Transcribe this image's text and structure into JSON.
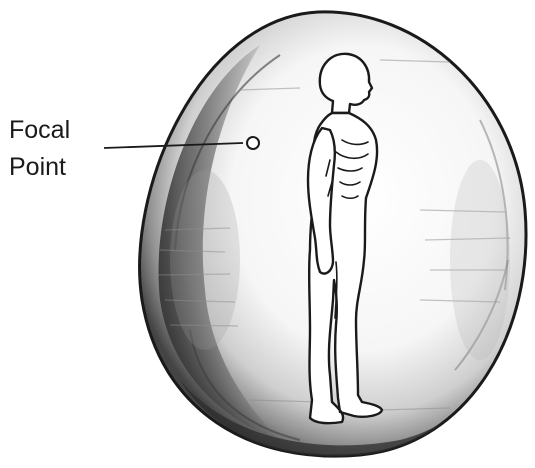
{
  "diagram": {
    "callout": {
      "line1": "Focal",
      "line2": "Point"
    },
    "colors": {
      "ink": "#1a1a1a",
      "shade_dark": "#3a3a3a",
      "shade_mid": "#8a8a8a",
      "shade_light": "#d8d8d8",
      "background": "#ffffff"
    },
    "icons": {
      "figure": "standing-human-figure",
      "shell": "egg-shaped-shell",
      "focal_point": "small-circle-marker"
    }
  }
}
